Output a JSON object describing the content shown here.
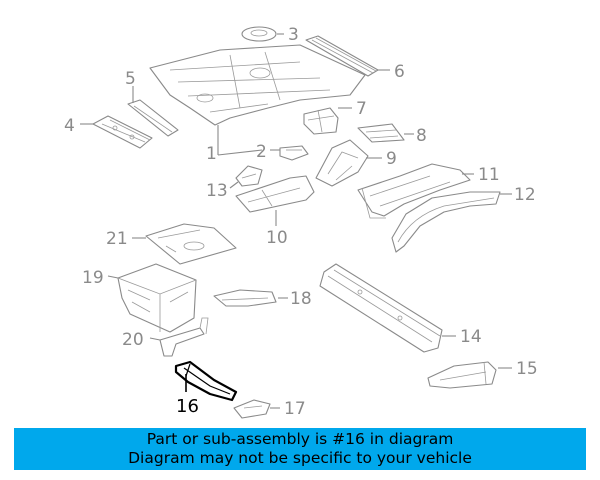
{
  "callouts": {
    "c1": "1",
    "c2": "2",
    "c3": "3",
    "c4": "4",
    "c5": "5",
    "c6": "6",
    "c7": "7",
    "c8": "8",
    "c9": "9",
    "c10": "10",
    "c11": "11",
    "c12": "12",
    "c13": "13",
    "c14": "14",
    "c15": "15",
    "c16": "16",
    "c17": "17",
    "c18": "18",
    "c19": "19",
    "c20": "20",
    "c21": "21"
  },
  "highlight_color": "#000000",
  "line_color": "#8a8a8a",
  "banner": {
    "line1": "Part or sub-assembly is #16 in diagram",
    "line2": "Diagram may not be specific to your vehicle",
    "background": "#00a8ec"
  }
}
